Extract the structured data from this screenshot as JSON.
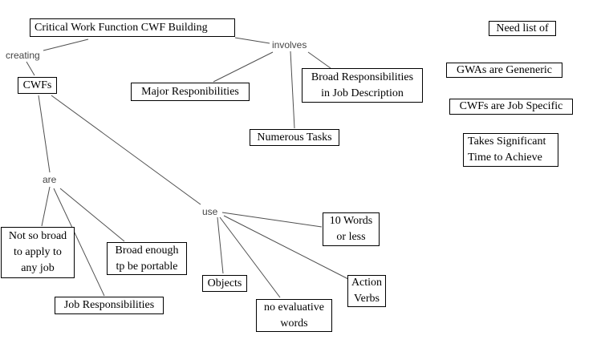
{
  "diagram": {
    "nodes": {
      "title": {
        "text": "Critical Work Function CWF Building"
      },
      "cwfs": {
        "text": "CWFs"
      },
      "major": {
        "text": "Major Responibilities"
      },
      "broad_resp": {
        "line1": "Broad Responsibilities",
        "line2": "in Job Description"
      },
      "numerous": {
        "text": "Numerous Tasks"
      },
      "not_broad": {
        "line1": "Not so broad",
        "line2": "to apply to",
        "line3": "any job"
      },
      "broad_enough": {
        "line1": "Broad enough",
        "line2": "tp be portable"
      },
      "job_resp": {
        "text": "Job Responsibilities"
      },
      "objects": {
        "text": "Objects"
      },
      "no_eval": {
        "line1": "no evaluative",
        "line2": "words"
      },
      "ten_words": {
        "line1": "10 Words",
        "line2": "or less"
      },
      "action_verbs": {
        "line1": "Action",
        "line2": "Verbs"
      },
      "need_list": {
        "text": "Need list of"
      },
      "gwas": {
        "text": "GWAs are Geneneric"
      },
      "cwfs_specific": {
        "text": "CWFs are Job Specific"
      },
      "takes": {
        "line1": "Takes Significant",
        "line2": "Time to Achieve"
      }
    },
    "labels": {
      "creating": "creating",
      "involves": "involves",
      "are": "are",
      "use": "use"
    },
    "colors": {
      "background": "#ffffff",
      "box_border": "#000000",
      "box_text": "#000000",
      "line": "#4f4f4f",
      "label_text": "#454545"
    }
  }
}
